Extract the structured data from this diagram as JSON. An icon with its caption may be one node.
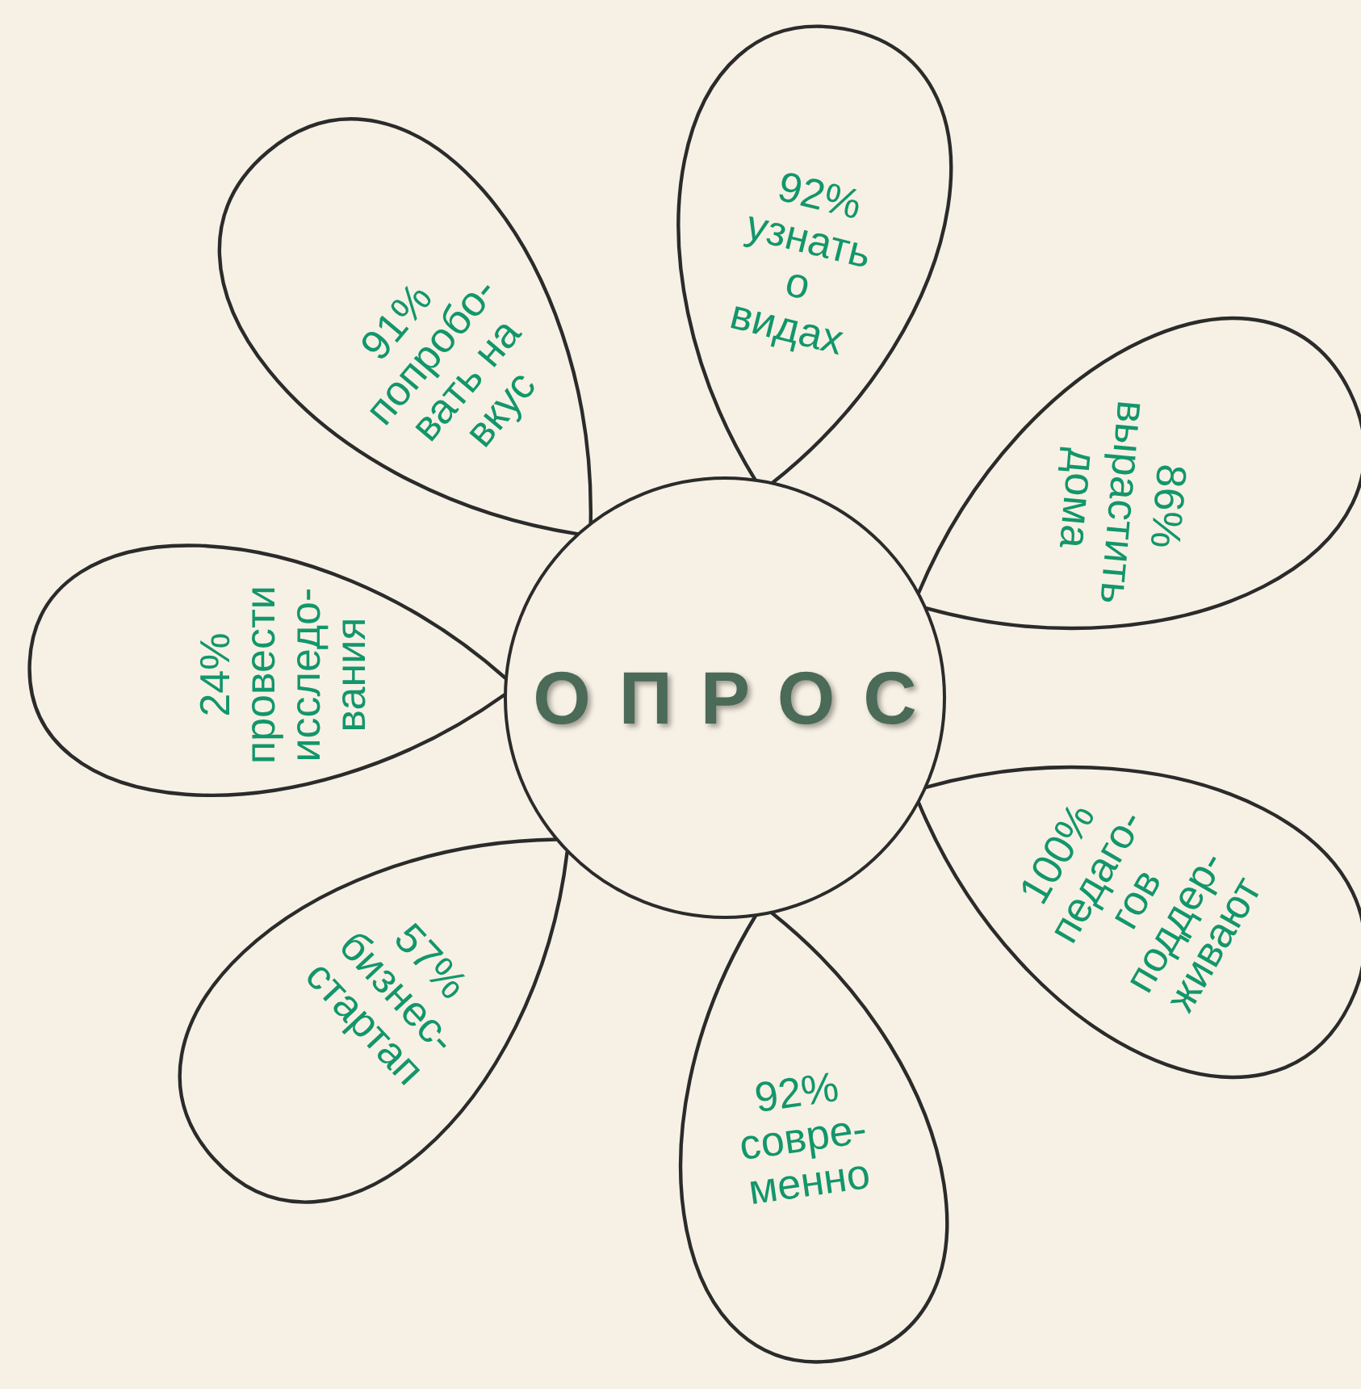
{
  "diagram": {
    "nodes": [
      {
        "text": [
          "ОПРОС"
        ]
      },
      {
        "text": [
          "91% попробо- вать на вкус"
        ]
      },
      {
        "text": [
          "92% узнать о видах"
        ]
      },
      {
        "text": [
          "86% вырастить дома"
        ]
      },
      {
        "text": [
          "100% педаго- гов поддер- живают"
        ]
      },
      {
        "text": [
          "92% совре- менно"
        ]
      },
      {
        "text": [
          "57% бизнес- стартап"
        ]
      },
      {
        "text": [
          "24% провести исследо- вания"
        ]
      }
    ]
  }
}
